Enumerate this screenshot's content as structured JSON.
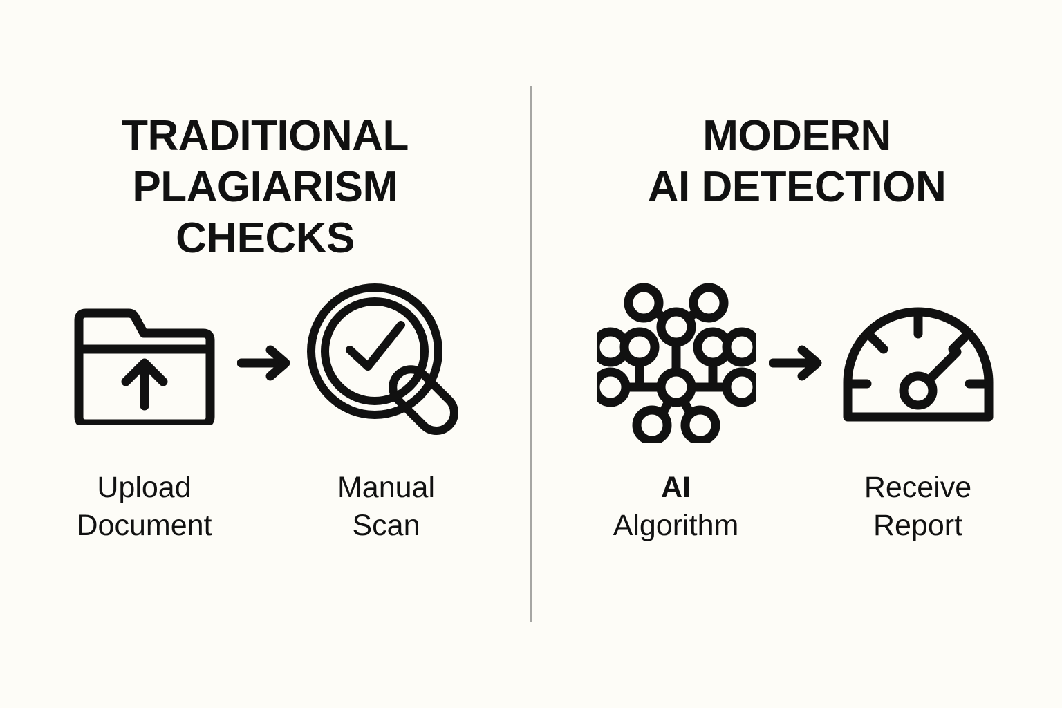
{
  "background_color": "#FDFCF7",
  "ink_color": "#111111",
  "divider_color": "#A6A6A3",
  "panels": [
    {
      "id": "traditional",
      "title": "TRADITIONAL\nPLAGIARISM\nCHECKS",
      "steps": [
        {
          "icon": "folder-upload-icon",
          "label": "Upload\nDocument",
          "lead": "",
          "rest": "Upload\nDocument"
        },
        {
          "icon": "magnifier-check-icon",
          "label": "Manual\nScan",
          "lead": "",
          "rest": "Manual\nScan"
        }
      ],
      "arrow": "arrow-right-icon"
    },
    {
      "id": "modern",
      "title": "MODERN\nAI DETECTION",
      "steps": [
        {
          "icon": "neural-network-icon",
          "label": "AI\nAlgorithm",
          "lead": "AI",
          "rest": "\nAlgorithm"
        },
        {
          "icon": "gauge-report-icon",
          "label": "Receive\nReport",
          "lead": "",
          "rest": "Receive\nReport"
        }
      ],
      "arrow": "arrow-right-icon"
    }
  ]
}
